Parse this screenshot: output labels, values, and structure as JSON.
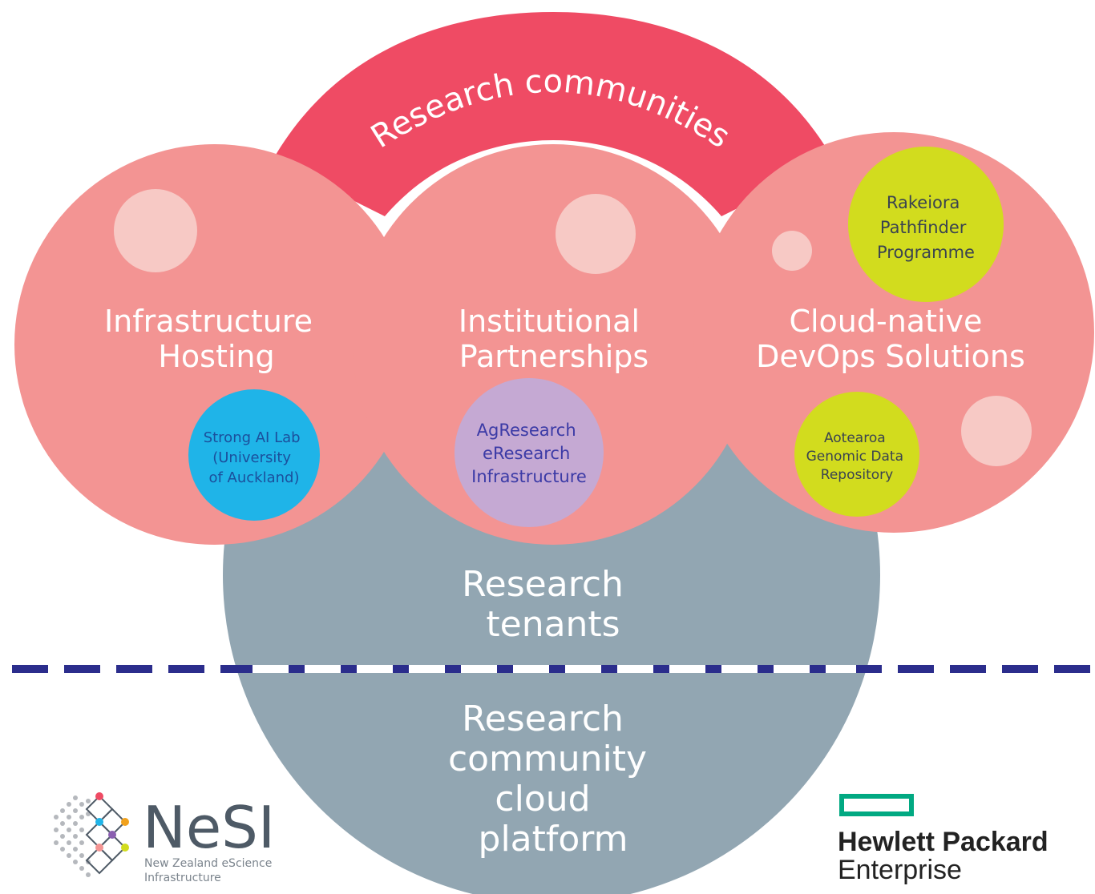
{
  "top_arc": {
    "label": "Research communities",
    "color": "#ef4b64"
  },
  "circles": {
    "left": {
      "line1": "Infrastructure",
      "line2": "Hosting",
      "color": "#f39493"
    },
    "middle": {
      "line1": "Institutional",
      "line2": "Partnerships",
      "color": "#f39493"
    },
    "right": {
      "line1": "Cloud-native",
      "line2": "DevOps Solutions",
      "color": "#f39493"
    }
  },
  "badges": {
    "strong_ai": {
      "lines": [
        "Strong AI Lab",
        "(University",
        "of Auckland)"
      ],
      "color": "#1fb4e8",
      "text_color": "#1b4f9c"
    },
    "agresearch": {
      "lines": [
        "AgResearch",
        "eResearch",
        "Infrastructure"
      ],
      "color": "#c5a9d3",
      "text_color": "#3b3aa6"
    },
    "rakeiora": {
      "lines": [
        "Rakeiora",
        "Pathfinder",
        "Programme"
      ],
      "color": "#d2dc1e",
      "text_color": "#3a4350"
    },
    "aotearoa": {
      "lines": [
        "Aotearoa",
        "Genomic Data",
        "Repository"
      ],
      "color": "#d2dc1e",
      "text_color": "#3a4350"
    }
  },
  "bottom": {
    "color": "#92a6b2",
    "tenants": [
      "Research",
      "tenants"
    ],
    "platform": [
      "Research",
      "community",
      "cloud",
      "platform"
    ]
  },
  "divider_color": "#2b2d8c",
  "logos": {
    "nesi": {
      "name": "NeSI",
      "sub1": "New Zealand eScience",
      "sub2": "Infrastructure"
    },
    "hpe": {
      "line1": "Hewlett Packard",
      "line2": "Enterprise",
      "accent": "#01a982"
    }
  }
}
